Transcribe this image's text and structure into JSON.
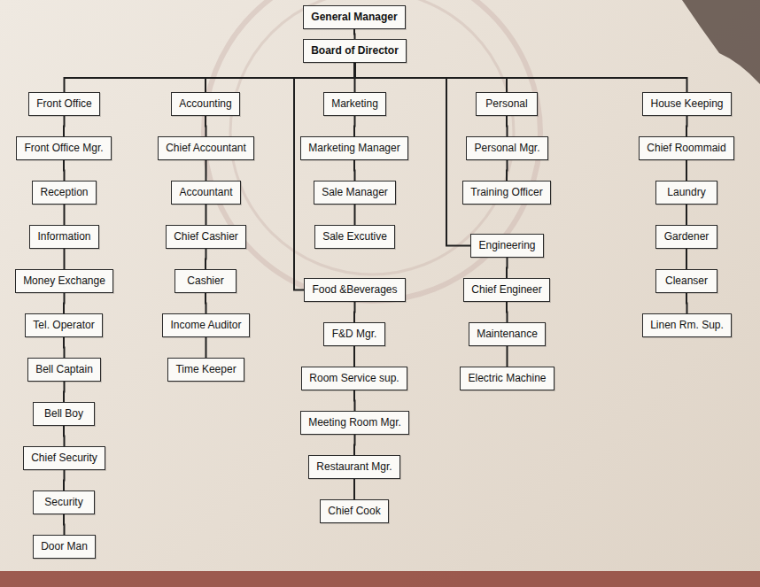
{
  "diagram": {
    "nodes": [
      {
        "text": [
          "General Manager"
        ]
      },
      {
        "text": [
          "Board of Director"
        ]
      },
      {
        "text": [
          "Front Office"
        ]
      },
      {
        "text": [
          "Front Office Mgr."
        ]
      },
      {
        "text": [
          "Reception"
        ]
      },
      {
        "text": [
          "Information"
        ]
      },
      {
        "text": [
          "Money Exchange"
        ]
      },
      {
        "text": [
          "Tel. Operator"
        ]
      },
      {
        "text": [
          "Bell Captain"
        ]
      },
      {
        "text": [
          "Bell Boy"
        ]
      },
      {
        "text": [
          "Chief Security"
        ]
      },
      {
        "text": [
          "Security"
        ]
      },
      {
        "text": [
          "Door Man"
        ]
      },
      {
        "text": [
          "Accounting"
        ]
      },
      {
        "text": [
          "Chief Accountant"
        ]
      },
      {
        "text": [
          "Accountant"
        ]
      },
      {
        "text": [
          "Chief Cashier"
        ]
      },
      {
        "text": [
          "Cashier"
        ]
      },
      {
        "text": [
          "Income Auditor"
        ]
      },
      {
        "text": [
          "Time Keeper"
        ]
      },
      {
        "text": [
          "Marketing"
        ]
      },
      {
        "text": [
          "Marketing Manager"
        ]
      },
      {
        "text": [
          "Sale Manager"
        ]
      },
      {
        "text": [
          "Sale Excutive"
        ]
      },
      {
        "text": [
          "Food &Beverages"
        ]
      },
      {
        "text": [
          "F&D Mgr."
        ]
      },
      {
        "text": [
          "Room Service sup."
        ]
      },
      {
        "text": [
          "Meeting Room Mgr."
        ]
      },
      {
        "text": [
          "Restaurant Mgr."
        ]
      },
      {
        "text": [
          "Chief Cook"
        ]
      },
      {
        "text": [
          "Personal"
        ]
      },
      {
        "text": [
          "Personal Mgr."
        ]
      },
      {
        "text": [
          "Training Officer"
        ]
      },
      {
        "text": [
          "Engineering"
        ]
      },
      {
        "text": [
          "Chief Engineer"
        ]
      },
      {
        "text": [
          "Maintenance"
        ]
      },
      {
        "text": [
          "Electric Machine"
        ]
      },
      {
        "text": [
          "House Keeping"
        ]
      },
      {
        "text": [
          "Chief Roommaid"
        ]
      },
      {
        "text": [
          "Laundry"
        ]
      },
      {
        "text": [
          "Gardener"
        ]
      },
      {
        "text": [
          "Cleanser"
        ]
      },
      {
        "text": [
          "Linen Rm. Sup."
        ]
      }
    ],
    "edges": [
      {
        "from": 0,
        "to": 1,
        "arrow": "none"
      },
      {
        "from": 1,
        "to": 2,
        "arrow": "none"
      },
      {
        "from": 1,
        "to": 13,
        "arrow": "none"
      },
      {
        "from": 1,
        "to": 20,
        "arrow": "none"
      },
      {
        "from": 1,
        "to": 24,
        "arrow": "none"
      },
      {
        "from": 1,
        "to": 30,
        "arrow": "none"
      },
      {
        "from": 1,
        "to": 33,
        "arrow": "none"
      },
      {
        "from": 1,
        "to": 37,
        "arrow": "none"
      },
      {
        "from": 2,
        "to": 3,
        "arrow": "none"
      },
      {
        "from": 3,
        "to": 4,
        "arrow": "none"
      },
      {
        "from": 4,
        "to": 5,
        "arrow": "none"
      },
      {
        "from": 5,
        "to": 6,
        "arrow": "none"
      },
      {
        "from": 6,
        "to": 7,
        "arrow": "none"
      },
      {
        "from": 7,
        "to": 8,
        "arrow": "none"
      },
      {
        "from": 8,
        "to": 9,
        "arrow": "none"
      },
      {
        "from": 9,
        "to": 10,
        "arrow": "none"
      },
      {
        "from": 10,
        "to": 11,
        "arrow": "none"
      },
      {
        "from": 11,
        "to": 12,
        "arrow": "none"
      },
      {
        "from": 13,
        "to": 14,
        "arrow": "none"
      },
      {
        "from": 14,
        "to": 15,
        "arrow": "none"
      },
      {
        "from": 15,
        "to": 16,
        "arrow": "none"
      },
      {
        "from": 16,
        "to": 17,
        "arrow": "none"
      },
      {
        "from": 17,
        "to": 18,
        "arrow": "none"
      },
      {
        "from": 18,
        "to": 19,
        "arrow": "none"
      },
      {
        "from": 20,
        "to": 21,
        "arrow": "none"
      },
      {
        "from": 21,
        "to": 22,
        "arrow": "none"
      },
      {
        "from": 22,
        "to": 23,
        "arrow": "none"
      },
      {
        "from": 24,
        "to": 25,
        "arrow": "none"
      },
      {
        "from": 25,
        "to": 26,
        "arrow": "none"
      },
      {
        "from": 26,
        "to": 27,
        "arrow": "none"
      },
      {
        "from": 27,
        "to": 28,
        "arrow": "none"
      },
      {
        "from": 28,
        "to": 29,
        "arrow": "none"
      },
      {
        "from": 30,
        "to": 31,
        "arrow": "none"
      },
      {
        "from": 31,
        "to": 32,
        "arrow": "none"
      },
      {
        "from": 33,
        "to": 34,
        "arrow": "none"
      },
      {
        "from": 34,
        "to": 35,
        "arrow": "none"
      },
      {
        "from": 35,
        "to": 36,
        "arrow": "none"
      },
      {
        "from": 37,
        "to": 38,
        "arrow": "none"
      },
      {
        "from": 38,
        "to": 39,
        "arrow": "none"
      },
      {
        "from": 39,
        "to": 40,
        "arrow": "none"
      },
      {
        "from": 40,
        "to": 41,
        "arrow": "none"
      },
      {
        "from": 41,
        "to": 42,
        "arrow": "none"
      }
    ]
  }
}
